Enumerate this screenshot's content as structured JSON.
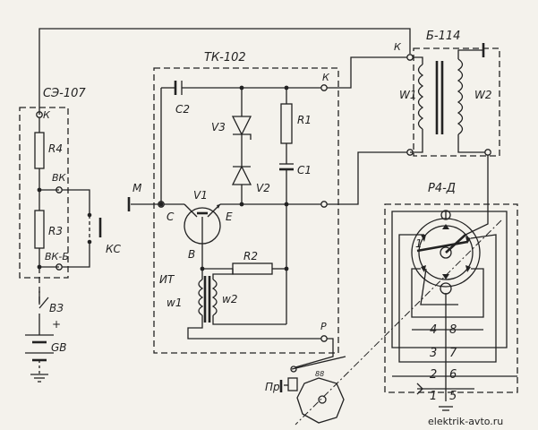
{
  "blocks": {
    "se107": "СЭ-107",
    "tk102": "ТК-102",
    "b114": "Б-114",
    "r4d": "Р4-Д"
  },
  "labels": {
    "k_se": "К",
    "r4": "R4",
    "vk": "ВК",
    "r3": "R3",
    "vkb": "ВК-Б",
    "ks": "КС",
    "vz": "ВЗ",
    "plus": "+",
    "gv": "GВ",
    "c2": "C2",
    "v3": "V3",
    "r1": "R1",
    "c1": "C1",
    "v2": "V2",
    "k_tk": "К",
    "k_b": "К",
    "w1_coil": "W1",
    "w2_coil": "W2",
    "m": "М",
    "v1": "V1",
    "c": "C",
    "e": "E",
    "b": "В",
    "r2": "R2",
    "it": "ИТ",
    "w1_it": "w1",
    "w2_it": "w2",
    "p": "Р",
    "pr": "Пр",
    "d1": "1",
    "n4": "4",
    "n8": "8",
    "n3": "3",
    "n7": "7",
    "n2": "2",
    "n6": "6",
    "n1": "1",
    "n5": "5",
    "site": "elektrik-avto.ru"
  }
}
